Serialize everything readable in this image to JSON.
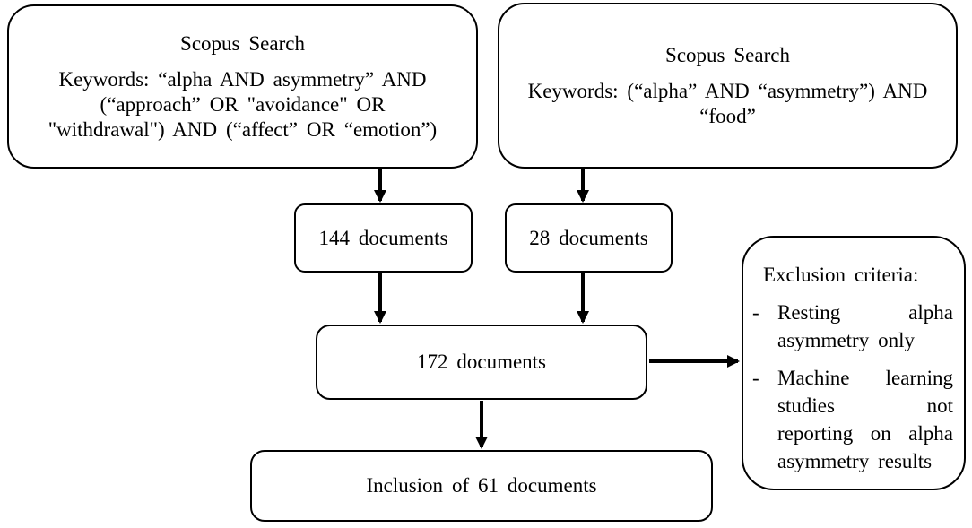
{
  "flowchart": {
    "search_box_1": {
      "title": "Scopus Search",
      "keywords": "Keywords: “alpha AND asymmetry” AND (“approach” OR \"avoidance\" OR \"withdrawal\") AND (“affect” OR “emotion”)"
    },
    "search_box_2": {
      "title": "Scopus Search",
      "keywords": "Keywords: (“alpha” AND “asymmetry”) AND “food”"
    },
    "docs_144": {
      "label": "144 documents"
    },
    "docs_28": {
      "label": "28 documents"
    },
    "docs_172": {
      "label": "172 documents"
    },
    "inclusion": {
      "label": "Inclusion of 61 documents"
    },
    "exclusion": {
      "title": "Exclusion criteria:",
      "bullet": "-",
      "items": [
        "Resting alpha asymmetry only",
        "Machine learning studies not reporting on alpha asymmetry results"
      ]
    },
    "colors": {
      "border": "#000000",
      "background": "#ffffff",
      "text": "#000000",
      "arrow": "#000000"
    }
  }
}
